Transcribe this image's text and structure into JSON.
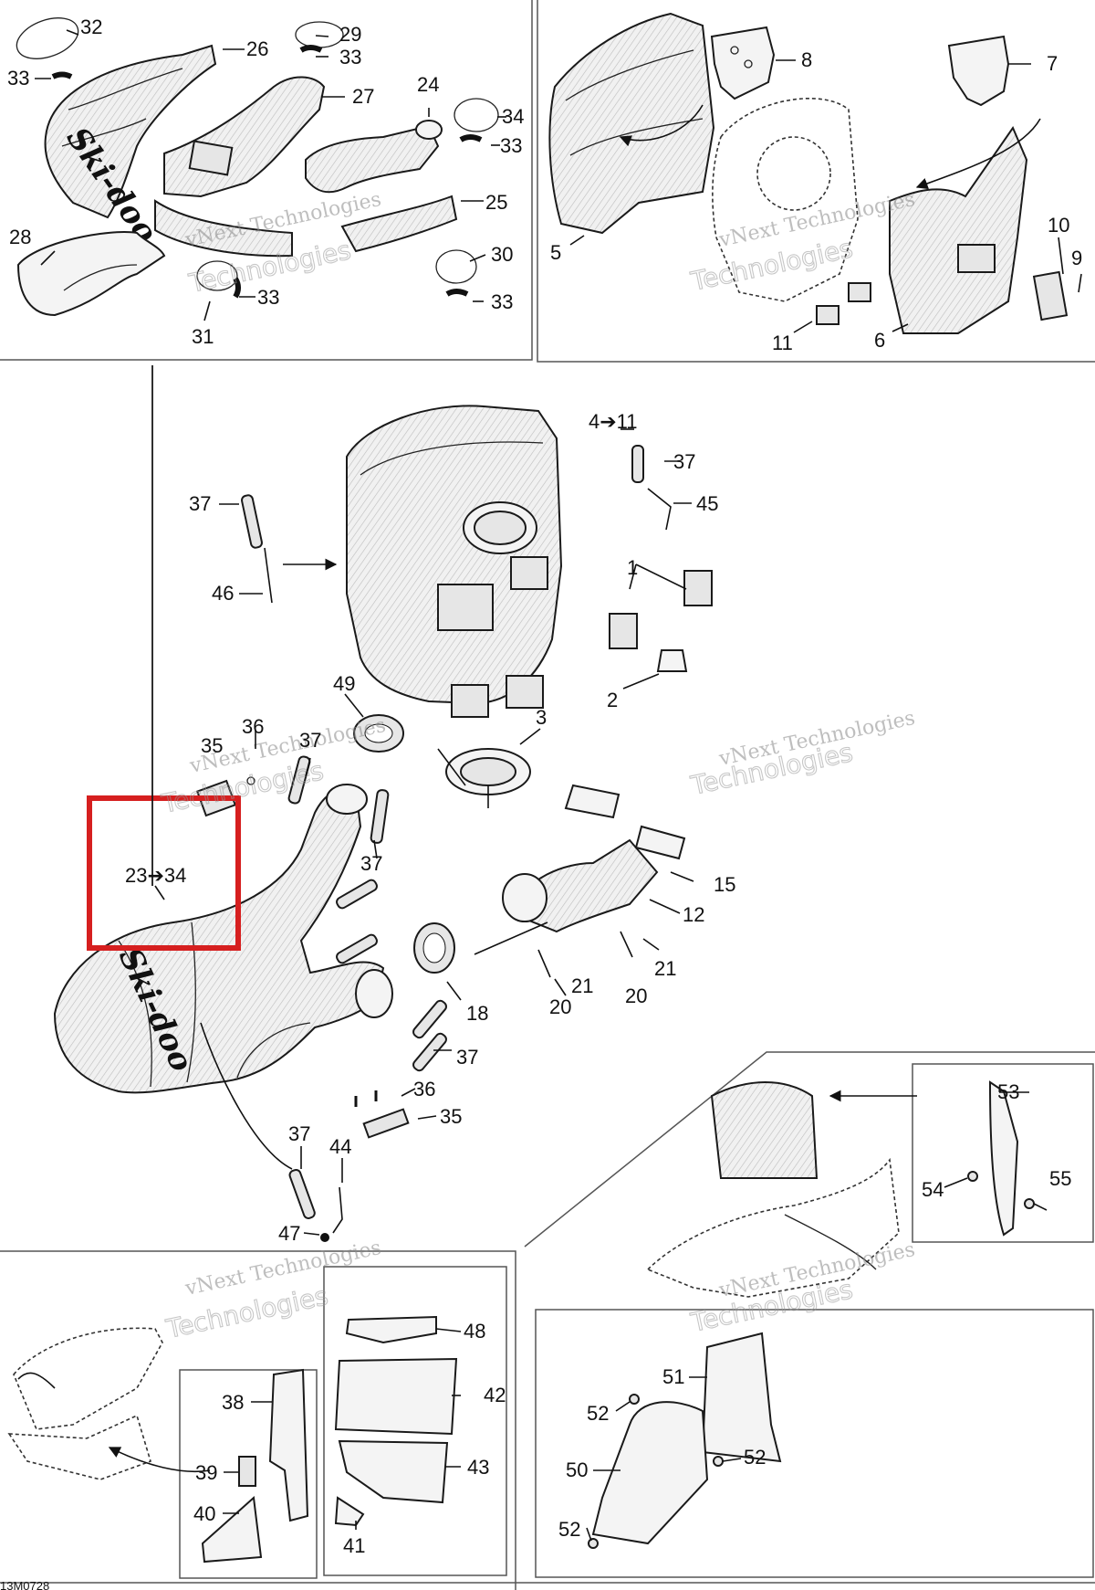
{
  "diagram_id": "13M0728",
  "watermark": {
    "line1": "vNext Technologies",
    "line2": "Technologies"
  },
  "brand_text": "Ski-doo",
  "highlight_color": "#d61f1f",
  "callouts": {
    "c1": "1",
    "c2": "2",
    "c3": "3",
    "c4_11": "4➔11",
    "c5": "5",
    "c6": "6",
    "c7": "7",
    "c8": "8",
    "c9": "9",
    "c10": "10",
    "c11": "11",
    "c12": "12",
    "c15": "15",
    "c18": "18",
    "c20a": "20",
    "c20b": "20",
    "c21a": "21",
    "c21b": "21",
    "c23_34": "23➔34",
    "c24": "24",
    "c25": "25",
    "c26": "26",
    "c27": "27",
    "c28": "28",
    "c29": "29",
    "c30": "30",
    "c31": "31",
    "c32": "32",
    "c33a": "33",
    "c33b": "33",
    "c33c": "33",
    "c33d": "33",
    "c33e": "33",
    "c34": "34",
    "c35a": "35",
    "c35b": "35",
    "c36a": "36",
    "c36b": "36",
    "c37a": "37",
    "c37b": "37",
    "c37c": "37",
    "c37d": "37",
    "c37e": "37",
    "c37f": "37",
    "c38": "38",
    "c39": "39",
    "c40": "40",
    "c41": "41",
    "c42": "42",
    "c43": "43",
    "c44": "44",
    "c45": "45",
    "c46": "46",
    "c47": "47",
    "c48": "48",
    "c49": "49",
    "c50": "50",
    "c51": "51",
    "c52a": "52",
    "c52b": "52",
    "c52c": "52",
    "c53": "53",
    "c54": "54",
    "c55": "55"
  }
}
